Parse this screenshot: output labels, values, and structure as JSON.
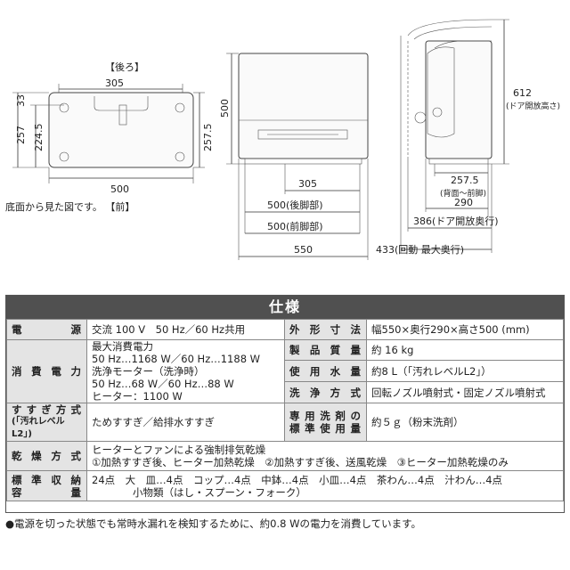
{
  "bottom_view": {
    "top_label": "【後ろ】",
    "bottom_label": "底面から見た図です。 【前】",
    "dim_305": "305",
    "dim_33": "33",
    "dim_257": "257",
    "dim_224_5": "224.5",
    "dim_257_5": "257.5",
    "dim_500": "500"
  },
  "front_view": {
    "dim_500_height": "500",
    "dim_305": "305",
    "dim_500_rear": "500(後脚部)",
    "dim_500_front": "500(前脚部)",
    "dim_550": "550"
  },
  "side_view": {
    "dim_612": "612",
    "dim_612_note": "(ドア開放高さ)",
    "dim_257_5": "257.5",
    "dim_257_5_note": "(背面～前脚)",
    "dim_290": "290",
    "dim_386": "386(ドア開放奥行)",
    "dim_433": "433(回動 最大奥行)"
  },
  "spec": {
    "title": "仕様",
    "power_label": "電　　源",
    "power_value": "交流 100 V　50 Hz／60 Hz共用",
    "size_label": "外形寸法",
    "size_value": "幅550×奥行290×高さ500 (mm)",
    "consumption_label": "消費電力",
    "consumption_value": "最大消費電力\n50 Hz…1168 W／60 Hz…1188 W\n洗浄モーター（洗浄時）\n50 Hz…68 W／60 Hz…88 W\nヒーター：1100 W",
    "weight_label": "製品質量",
    "weight_value": "約 16 kg",
    "water_label": "使用水量",
    "water_value": "約8 L（「汚れレベルL2」）",
    "wash_label": "洗浄方式",
    "wash_value": "回転ノズル噴射式・固定ノズル噴射式",
    "rinse_label": "すすぎ方式",
    "rinse_label2": "(「汚れレベルL2」)",
    "rinse_value": "ためすすぎ／給排水すすぎ",
    "detergent_label": "専用洗剤の",
    "detergent_label2": "標準使用量",
    "detergent_value": "約５ｇ（粉末洗剤）",
    "dry_label": "乾燥方式",
    "dry_value": "ヒーターとファンによる強制排気乾燥\n①加熱すすぎ後、ヒーター加熱乾燥　②加熱すすぎ後、送風乾燥　③ヒーター加熱乾燥のみ",
    "capacity_label": "標準収納",
    "capacity_label2": "容　　量",
    "capacity_value": "24点　大　皿…4点　コップ…4点　中鉢…4点　小皿…4点　茶わん…4点　汁わん…4点\n　　　　小物類（はし・スプーン・フォーク）"
  },
  "footnote": "●電源を切った状態でも常時水漏れを検知するために、約0.8 Wの電力を消費しています。"
}
